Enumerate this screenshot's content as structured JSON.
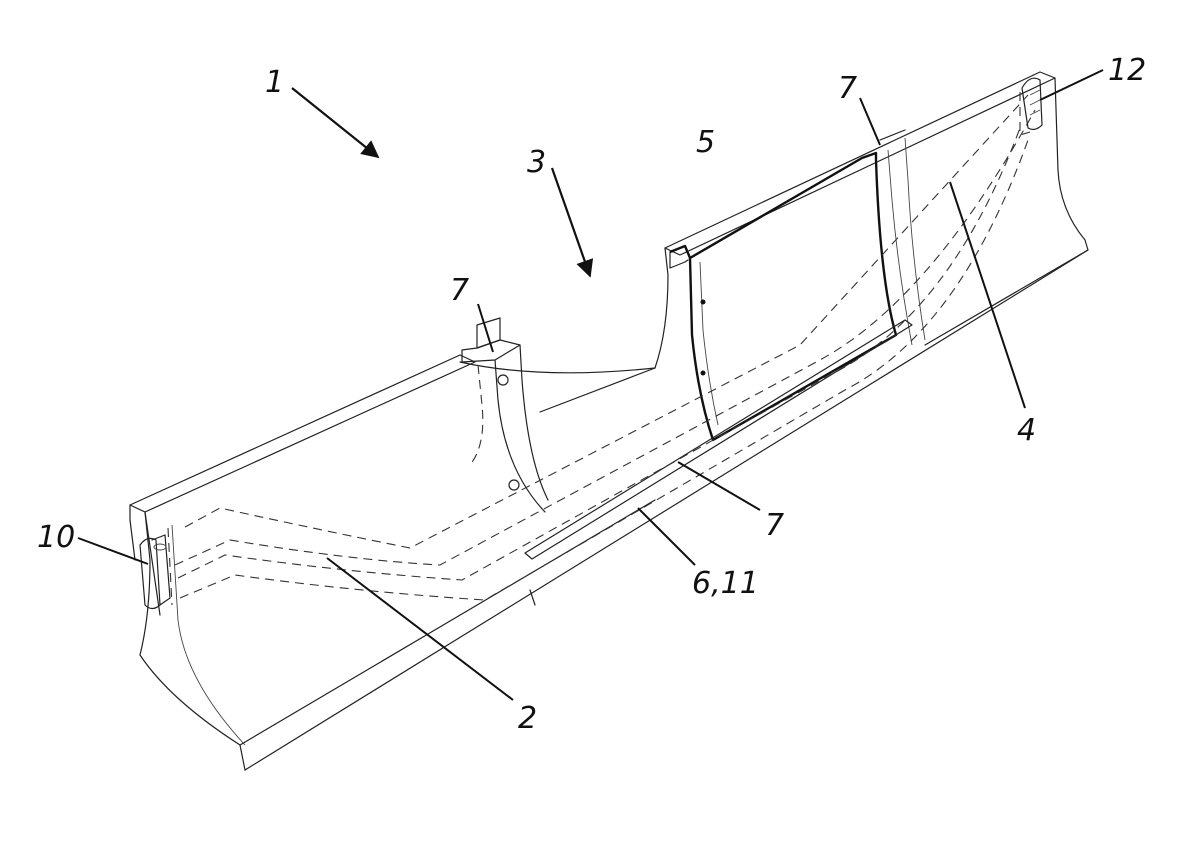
{
  "figure": {
    "labels": {
      "barrier_assembly": "1",
      "lifting_strap_left": "2",
      "gap_region": "3",
      "lifting_strap_right": "4",
      "panel": "5",
      "post_left": "7",
      "post_right": "7",
      "channel": "7",
      "base_strip": "6,11",
      "end_connector_left": "10",
      "end_connector_right": "12"
    },
    "icons": {
      "arrow_1": "arrow-down-right",
      "arrow_3": "arrow-down"
    }
  }
}
